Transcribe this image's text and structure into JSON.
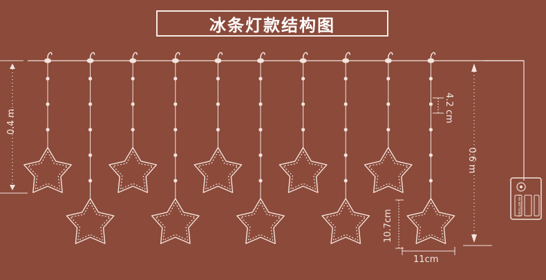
{
  "title": "冰条灯款结构图",
  "dimensions": {
    "left_drop": "0.4 m",
    "right_drop": "0.6 m",
    "bead_spacing": "4.2 cm",
    "star_height": "10.7cm",
    "star_width": "11cm"
  },
  "strands": 10,
  "controller": {
    "label": "3 AA BATTERIES"
  },
  "colors": {
    "background": "#8b4a3a",
    "line": "#f3e4dd",
    "text": "#ffffff"
  }
}
